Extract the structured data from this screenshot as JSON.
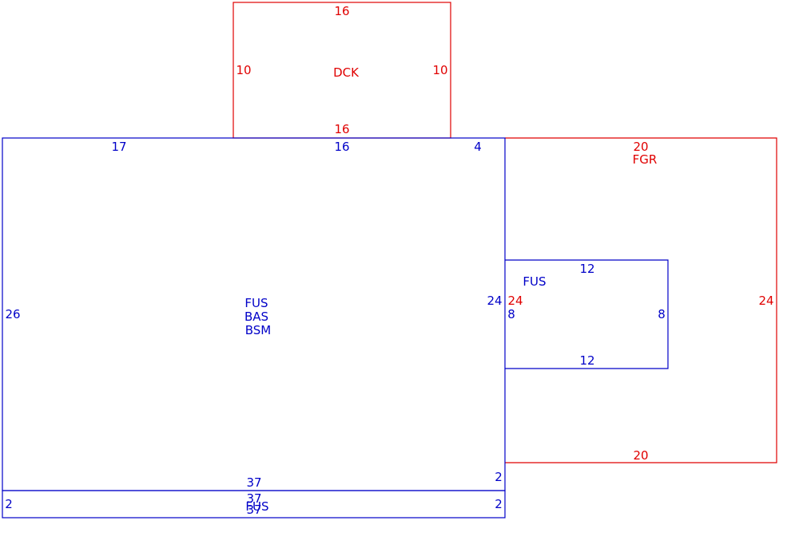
{
  "colors": {
    "living": "#0000c8",
    "accessory": "#e00000"
  },
  "deck": {
    "code": "DCK",
    "top": "16",
    "left": "10",
    "right": "10",
    "bottom": "16"
  },
  "main": {
    "codes": [
      "FUS",
      "BAS",
      "BSM"
    ],
    "top_left": "17",
    "top_mid": "16",
    "top_right": "4",
    "left": "26",
    "right": "24",
    "bottom": "37",
    "bottom_right": "2"
  },
  "strip": {
    "code": "FUS",
    "top": "37",
    "bottom": "37",
    "left": "2",
    "right": "2"
  },
  "garage": {
    "code": "FGR",
    "top": "20",
    "left": "24",
    "right": "24",
    "bottom": "20"
  },
  "bump": {
    "code": "FUS",
    "top": "12",
    "left": "8",
    "right": "8",
    "bottom": "12"
  }
}
